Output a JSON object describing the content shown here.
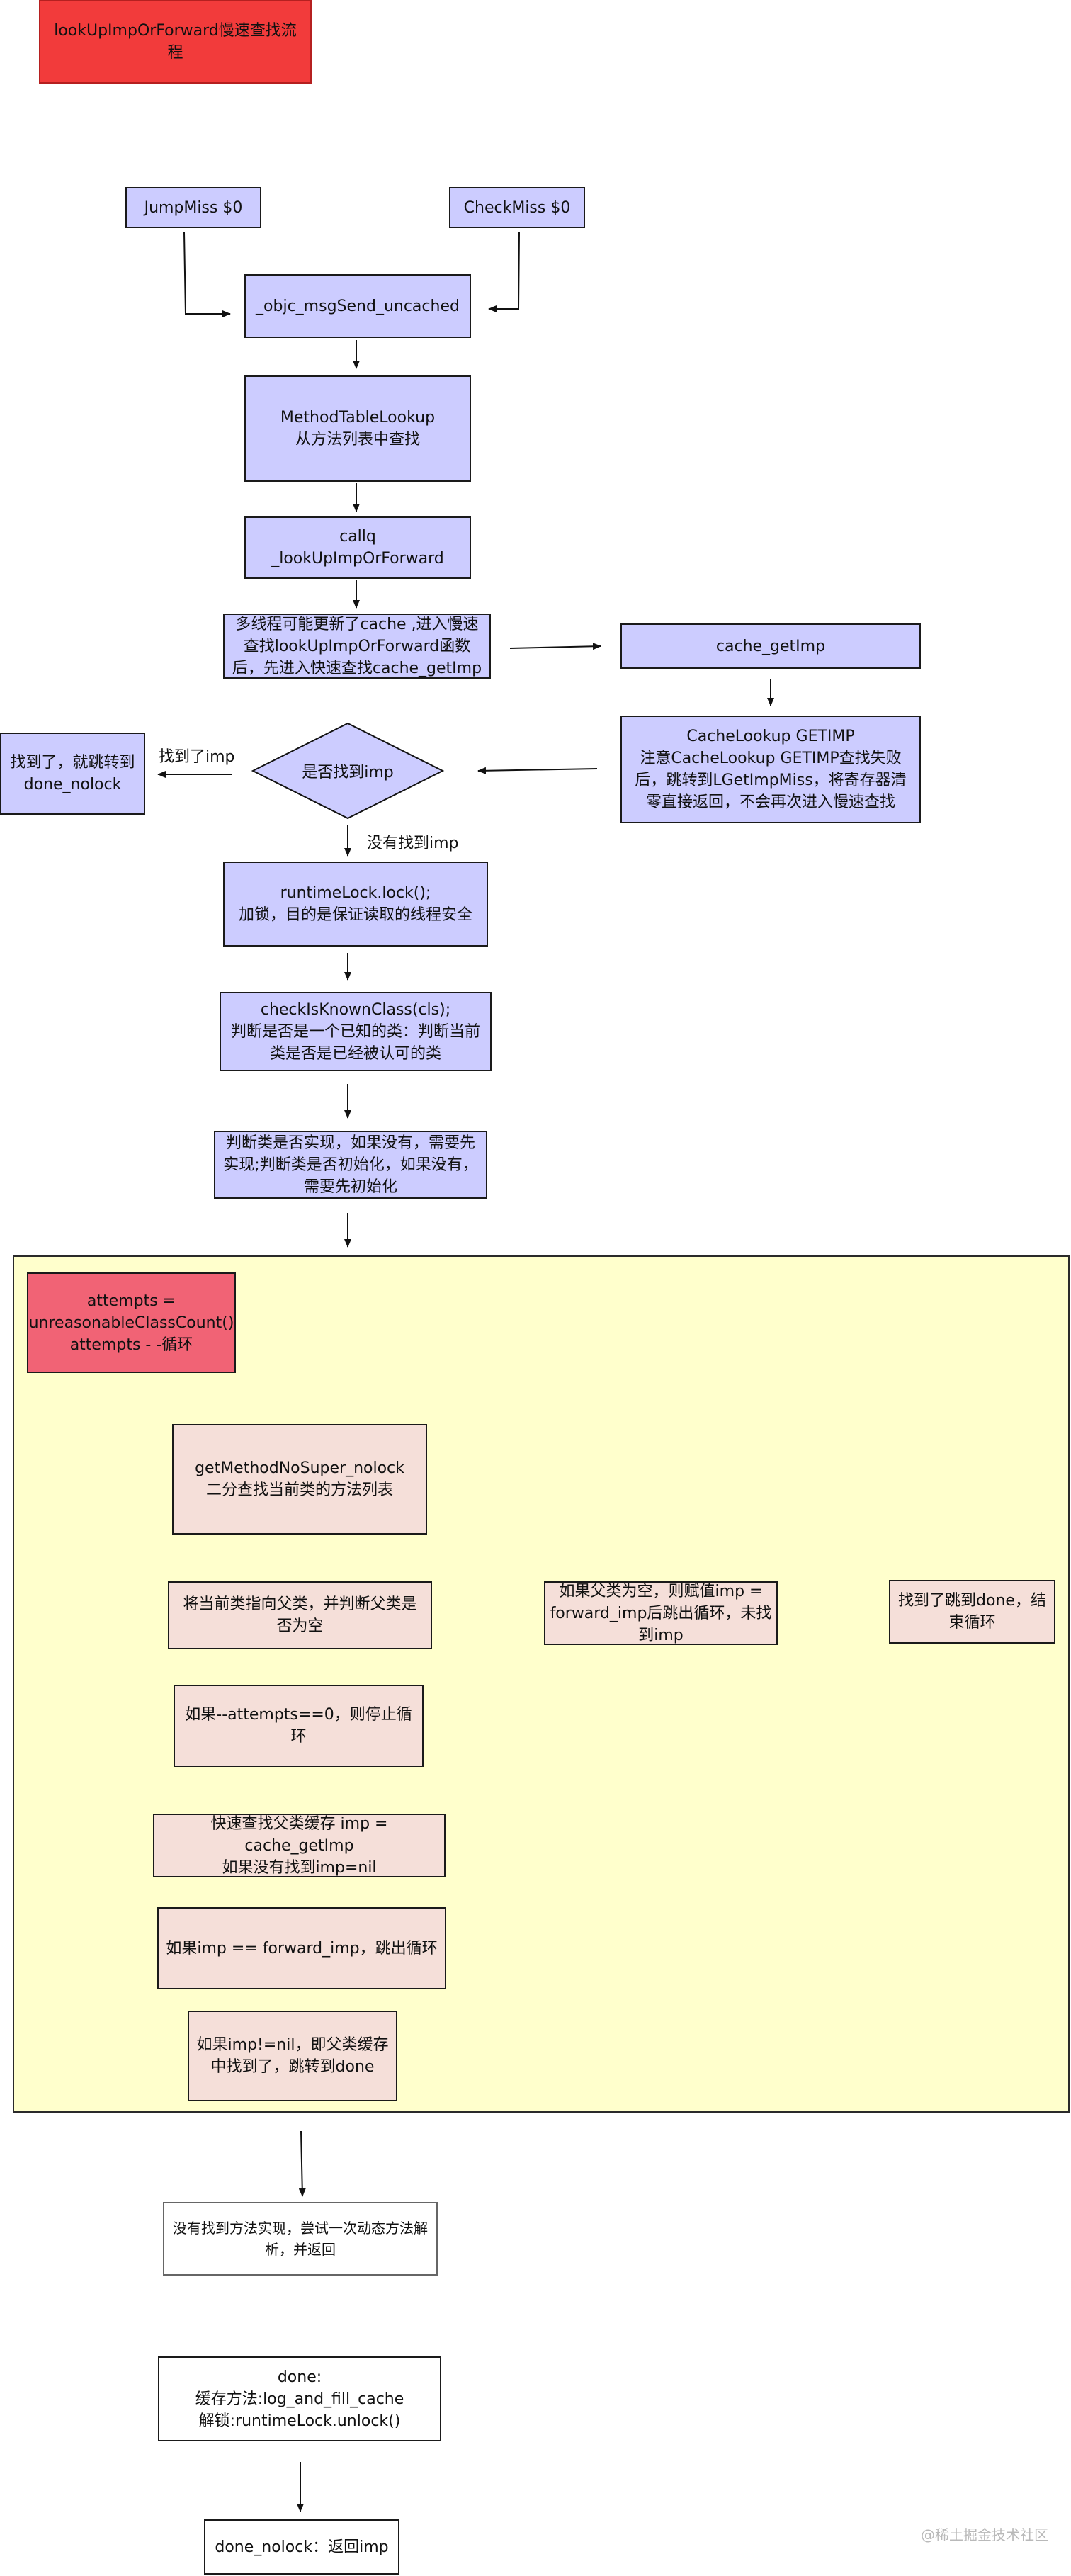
{
  "title": "lookUpImpOrForward慢速查找流程",
  "nodes": {
    "jump_miss": "JumpMiss $0",
    "check_miss": "CheckMiss $0",
    "msg_send_uncached": "_objc_msgSend_uncached",
    "method_table_lookup": "MethodTableLookup\n从方法列表中查找",
    "callq_lookup": "callq _lookUpImpOrForward",
    "multithread_note": "多线程可能更新了cache ,进入慢速查找lookUpImpOrForward函数后，先进入快速查找cache_getImp",
    "cache_getimp": "cache_getImp",
    "cache_lookup_getimp": "CacheLookup GETIMP\n注意CacheLookup GETIMP查找失败后，跳转到LGetImpMiss，将寄存器清零直接返回，不会再次进入慢速查找",
    "found_imp_decision": "是否找到imp",
    "found_done_nolock": "找到了，就跳转到done_nolock",
    "runtime_lock": "runtimeLock.lock();\n加锁，目的是保证读取的线程安全",
    "check_known_class": "checkIsKnownClass(cls);\n判断是否是一个已知的类：判断当前类是否是已经被认可的类",
    "realize_initialize": "判断类是否实现，如果没有，需要先实现;判断类是否初始化，如果没有，需要先初始化",
    "attempts": "attempts = unreasonableClassCount()\nattempts - -循环",
    "get_method_nosuper": "getMethodNoSuper_nolock\n二分查找当前类的方法列表",
    "point_to_super": "将当前类指向父类，并判断父类是否为空",
    "super_nil": "如果父类为空，则赋值imp = forward_imp后跳出循环，未找到imp",
    "found_done_end_loop": "找到了跳到done，结束循环",
    "attempts_zero": "如果--attempts==0，则停止循环",
    "fast_super_cache": "快速查找父类缓存 imp = cache_getImp\n如果没有找到imp=nil",
    "imp_forward": "如果imp == forward_imp，跳出循环",
    "imp_not_nil": "如果imp!=nil，即父类缓存中找到了，跳转到done",
    "resolve_method": "没有找到方法实现，尝试一次动态方法解析，并返回",
    "done": "done:\n缓存方法:log_and_fill_cache\n解锁:runtimeLock.unlock()",
    "done_nolock": "done_nolock：返回imp"
  },
  "edge_labels": {
    "found_imp": "找到了imp",
    "not_found_imp": "没有找到imp"
  },
  "watermark": "@稀土掘金技术社区",
  "colors": {
    "title_fill": "#f23b3b",
    "blue_fill": "#ccccff",
    "pink_fill": "#f5dfd9",
    "red_fill": "#f16375",
    "loop_region_fill": "#ffffcc"
  }
}
